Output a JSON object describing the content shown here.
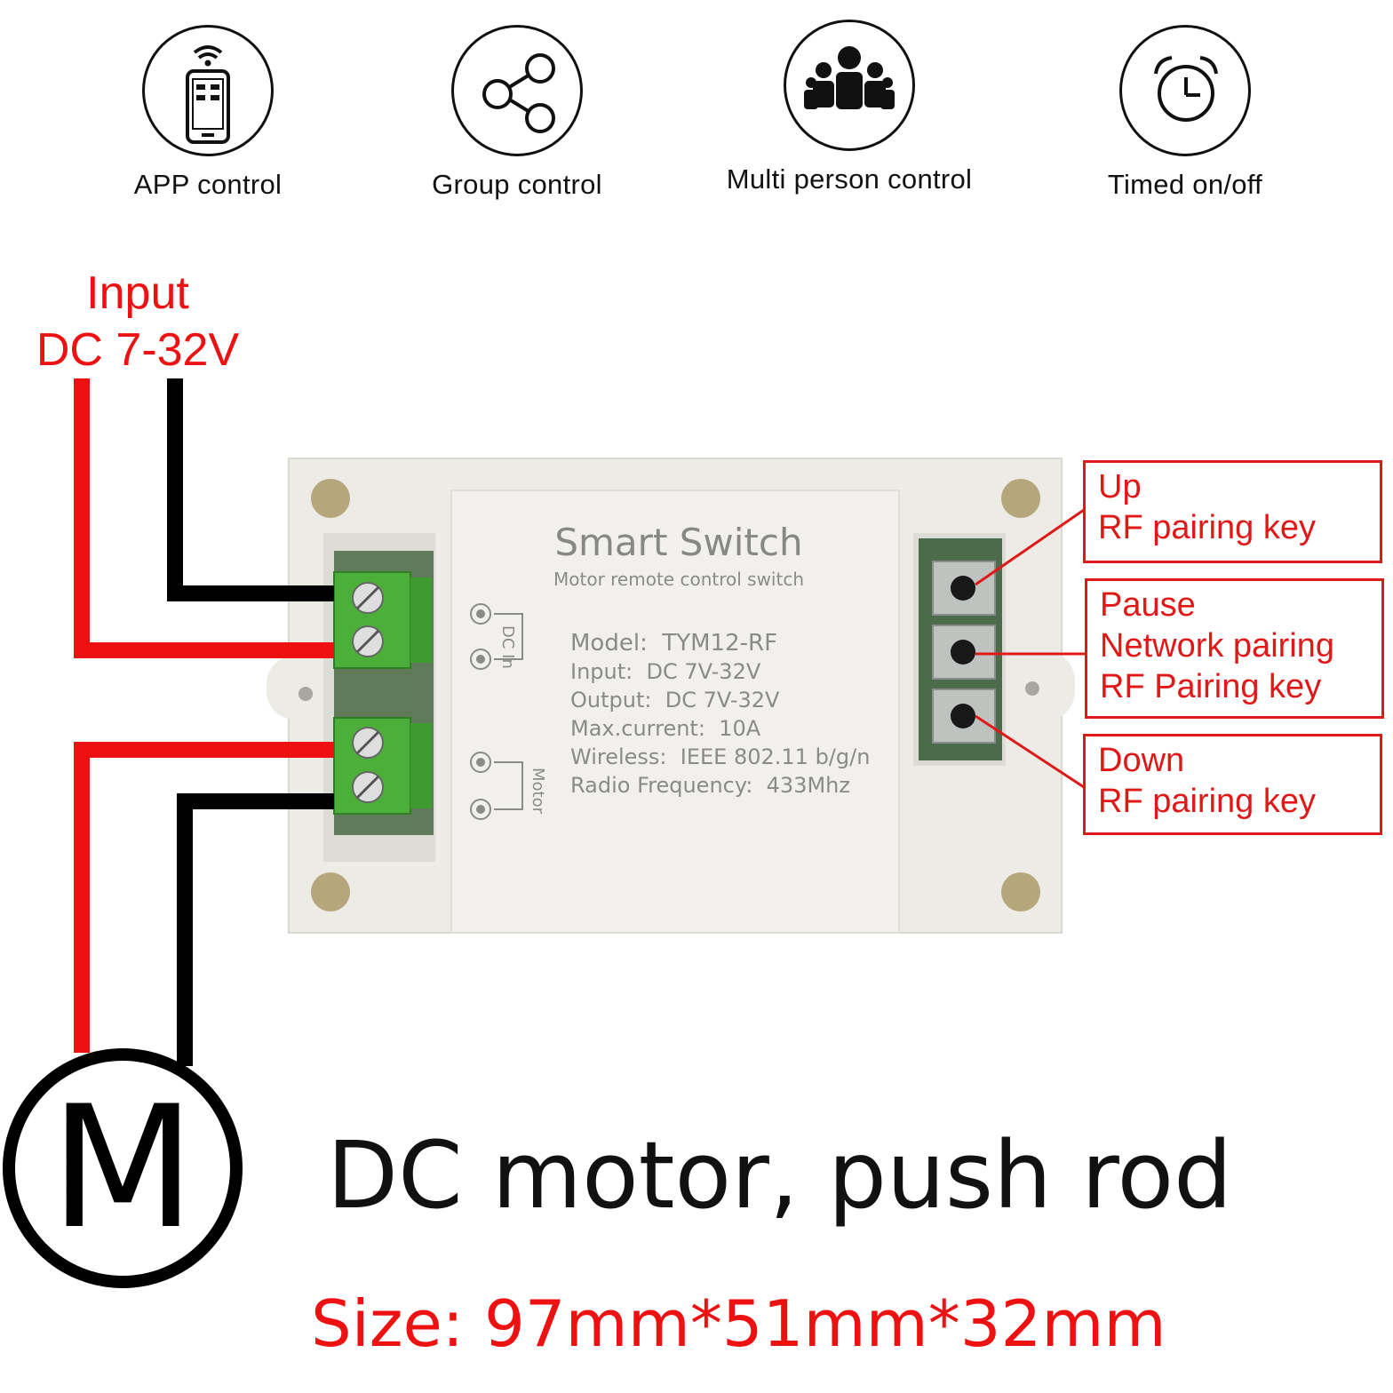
{
  "features": [
    {
      "icon": "phone-wifi-icon",
      "label": "APP control"
    },
    {
      "icon": "share-icon",
      "label": "Group control"
    },
    {
      "icon": "group-people-icon",
      "label": "Multi person control"
    },
    {
      "icon": "alarm-clock-icon",
      "label": "Timed on/off"
    }
  ],
  "input": {
    "line1": "Input",
    "line2": "DC 7-32V"
  },
  "device": {
    "title": "Smart Switch",
    "subtitle": "Motor remote control switch",
    "port_dc_in": "DC In",
    "port_motor": "Motor",
    "specs": [
      "Model:  TYM12-RF",
      "Input:  DC 7V-32V",
      "Output:  DC 7V-32V",
      "Max.current:  10A",
      "Wireless:  IEEE 802.11 b/g/n",
      "Radio Frequency:  433Mhz"
    ]
  },
  "callouts": {
    "up": {
      "line1": "Up",
      "line2": "RF pairing key"
    },
    "pause": {
      "line1": "Pause",
      "line2": "Network pairing",
      "line3": "RF Pairing key"
    },
    "down": {
      "line1": "Down",
      "line2": "RF pairing key"
    }
  },
  "motor": {
    "symbol": "M",
    "caption": "DC motor, push rod"
  },
  "size": "Size: 97mm*51mm*32mm",
  "colors": {
    "wire_red": "#ee1111",
    "wire_black": "#000000",
    "callout": "#e01818",
    "terminal_green": "#4caf3a",
    "housing": "#ecebe6"
  }
}
